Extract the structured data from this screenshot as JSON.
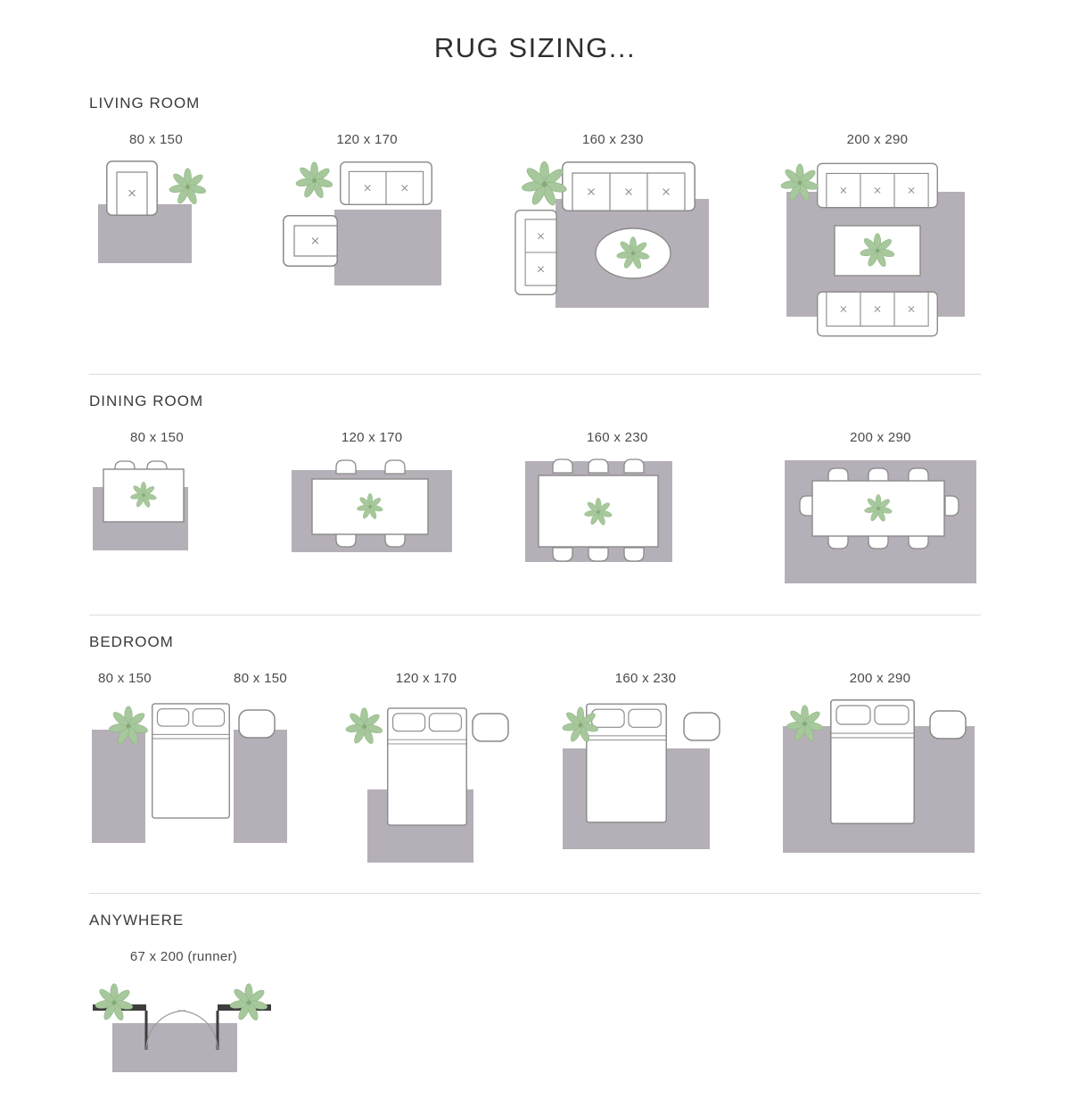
{
  "title": "RUG SIZING...",
  "colors": {
    "rug": "#b5afb7",
    "furniture_outline": "#8a8a8a",
    "plant_green": "#a7c89c",
    "wall_dark": "#3d3d3d",
    "heading_text": "#3a3a3a",
    "divider": "#dcdcdc"
  },
  "icons": [
    "plant-icon",
    "sofa-icon",
    "armchair-icon",
    "loveseat-icon",
    "coffee-table-icon",
    "dining-table-icon",
    "chair-icon",
    "bed-icon",
    "nightstand-icon",
    "door-icon",
    "rug-swatch"
  ],
  "sections": {
    "living_room": {
      "heading": "LIVING ROOM",
      "sizes": [
        "80 x 150",
        "120 x 170",
        "160 x 230",
        "200 x 290"
      ]
    },
    "dining_room": {
      "heading": "DINING ROOM",
      "sizes": [
        "80 x 150",
        "120 x 170",
        "160 x 230",
        "200 x 290"
      ]
    },
    "bedroom": {
      "heading": "BEDROOM",
      "sizes": [
        "80 x 150",
        "80 x 150",
        "120 x 170",
        "160 x 230",
        "200 x 290"
      ]
    },
    "anywhere": {
      "heading": "ANYWHERE",
      "sizes": [
        "67 x 200 (runner)"
      ]
    }
  }
}
